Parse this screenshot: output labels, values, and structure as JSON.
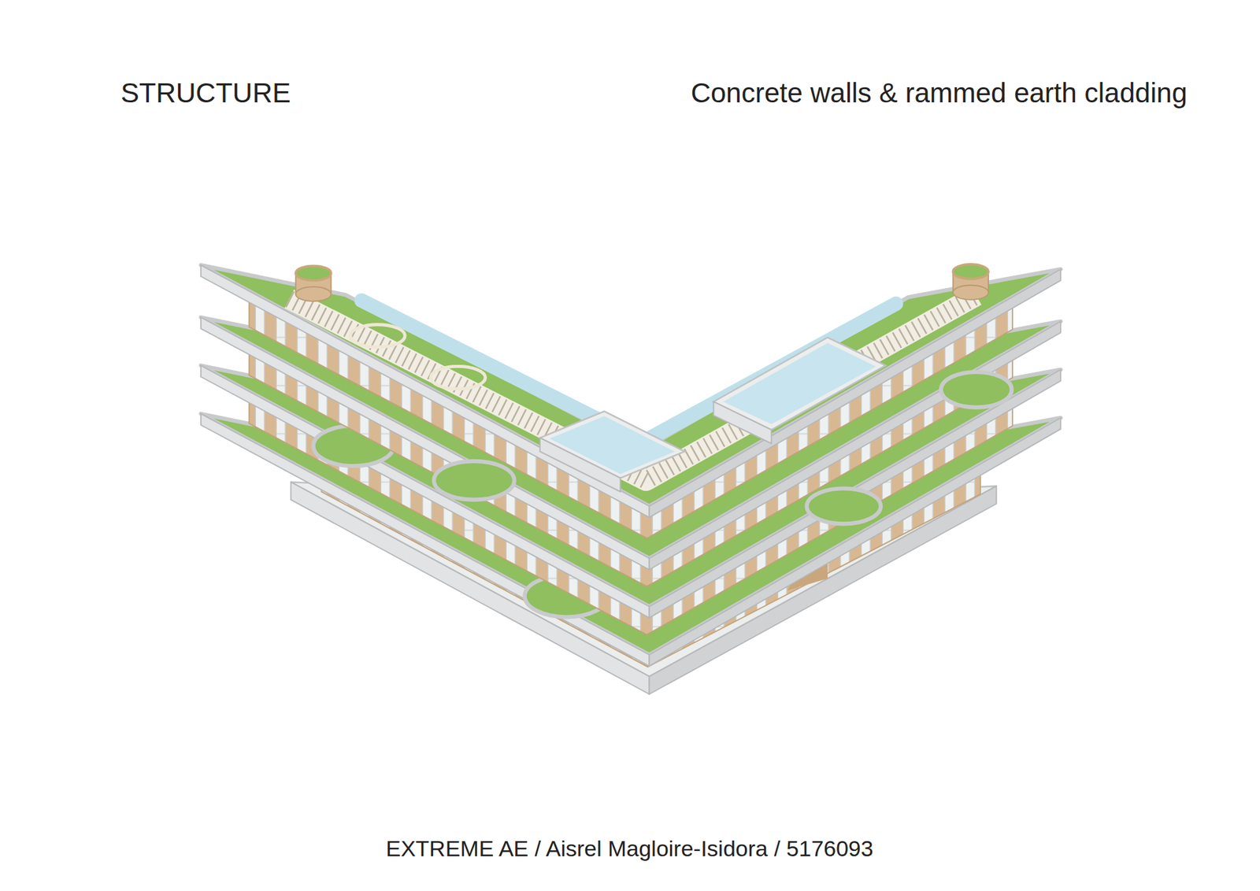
{
  "diagram": {
    "title": "STRUCTURE",
    "caption": "EXTREME AE / Aisrel Magloire-Isidora / 5176093",
    "labels": [
      "Concrete walls & rammed earth cladding"
    ]
  }
}
